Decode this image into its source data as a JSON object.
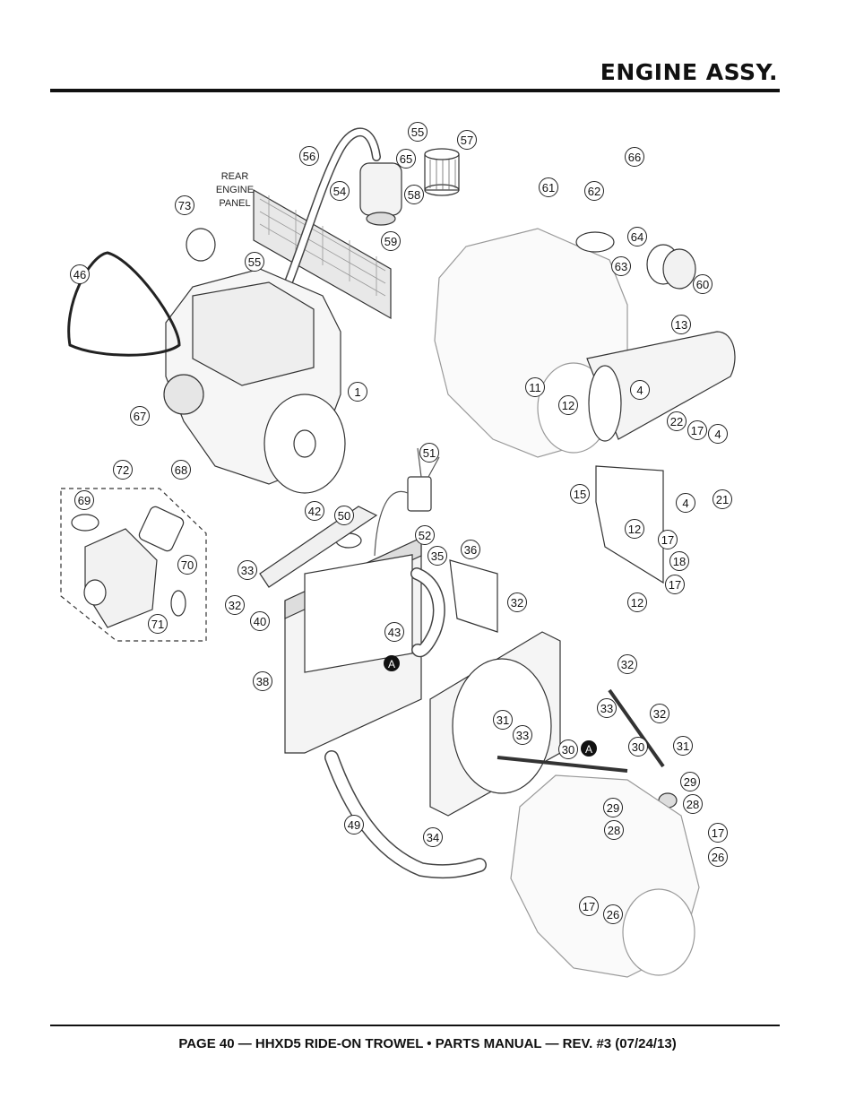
{
  "header": {
    "title": "ENGINE ASSY."
  },
  "footer": {
    "text": "PAGE 40 — HHXD5 RIDE-ON TROWEL • PARTS MANUAL — REV. #3 (07/24/13)"
  },
  "diagram": {
    "panel_label": [
      "REAR",
      "ENGINE",
      "PANEL"
    ],
    "marker": "A",
    "callouts": [
      "55",
      "57",
      "56",
      "65",
      "54",
      "58",
      "59",
      "73",
      "55",
      "46",
      "1",
      "67",
      "68",
      "61",
      "62",
      "66",
      "64",
      "63",
      "60",
      "13",
      "11",
      "4",
      "12",
      "22",
      "17",
      "4",
      "21",
      "15",
      "4",
      "12",
      "17",
      "18",
      "17",
      "12",
      "51",
      "52",
      "72",
      "69",
      "70",
      "71",
      "42",
      "50",
      "33",
      "32",
      "40",
      "35",
      "36",
      "32",
      "43",
      "38",
      "32",
      "33",
      "31",
      "33",
      "32",
      "30",
      "30",
      "31",
      "29",
      "29",
      "28",
      "28",
      "17",
      "26",
      "17",
      "26",
      "49",
      "34"
    ]
  }
}
